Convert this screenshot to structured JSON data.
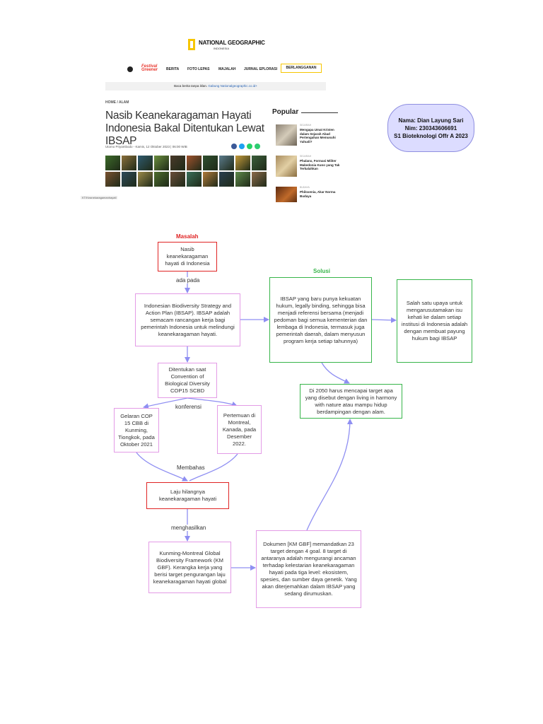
{
  "screenshot": {
    "brand_title": "NATIONAL GEOGRAPHIC",
    "brand_sub": "INDONESIA",
    "nav_logo": "Festival Greener",
    "nav": [
      "BERITA",
      "FOTO LEPAS",
      "MAJALAH",
      "JURNAL EPLORASI"
    ],
    "subscribe": "BERLANGGANAN",
    "notice_text": "Baca berita tanpa iklan.",
    "notice_link": "Gabung Nationalgeographic.co.id+",
    "breadcrumb": "HOME / ALAM",
    "headline": "Nasib Keanekaragaman Hayati Indonesia Bakal Ditentukan Lewat IBSAP",
    "byline": "Utomo Priyambodo - Kamis, 12 Oktober 2023 | 06:00 WIB",
    "caption": "KT/Keanekaragamanhayati",
    "popular_title": "Popular",
    "popular": [
      {
        "category": "SEJARAH",
        "title": "Mengapa Umat Kristen dalam Sejarah Abad Pertengahan Memusuhi Yahudi?"
      },
      {
        "category": "SEJARAH",
        "title": "Phalanx, Formasi Militer Makedonia Kuno yang Tak Terkalahkan"
      },
      {
        "category": "BUDAYA",
        "title": "Philoxenia, Akar Norma Budaya"
      }
    ],
    "colors": {
      "accent": "#f6c600",
      "link": "#2a64b4",
      "share": [
        "#3b5998",
        "#1da1f2",
        "#25d366",
        "#2ecc71"
      ]
    }
  },
  "student": {
    "name": "Nama: Dian Layung Sari",
    "nim": "Nim: 230343606691",
    "program": "S1 Bioteknologi Offr A 2023"
  },
  "flow": {
    "section_masalah": "Masalah",
    "section_solusi": "Solusi",
    "box_nasib": "Nasib keanekaragaman hayati di Indonesia",
    "label_ada_pada": "ada pada",
    "box_ibsap": "Indonesian Biodiversity Strategy and Action Plan (IBSAP). IBSAP adalah semacam rancangan kerja bagi pemerintah Indonesia untuk melindungi keanekaragaman hayati.",
    "box_ditentukan": "Ditentukan saat Convention of Biological Diversity COP15 SCBD",
    "label_konferensi": "konferensi",
    "box_gelaran": "Gelaran COP 15 CBB di Kunming, Tiongkok, pada Oktober 2021",
    "box_pertemuan": "Pertemuan di Montreal, Kanada, pada Desember 2022.",
    "label_membahas": "Membahas",
    "box_laju": "Laju hilangnya keanekaragaman hayati",
    "label_menghasilkan": "menghasilkan",
    "box_kmgbf": "Kunming-Montreal Global Biodiversity Framework (KM GBF). Kerangka kerja yang berisi target pengurangan laju keanekaragaman hayati global",
    "box_dokumen": "Dokumen [KM GBF] memandatkan 23 target dengan 4 goal. 8 target di antaranya adalah mengurangi ancaman terhadap kelestarian keanekaragaman hayati pada tiga level: ekosistem, spesies, dan sumber daya genetik. Yang akan diterjemahkan dalam IBSAP yang sedang dirumuskan.",
    "box_solusi_ibsap": "IBSAP yang baru punya kekuatan hukum, legally binding, sehingga bisa menjadi referensi bersama (menjadi pedoman bagi semua kementerian dan lembaga di Indonesia, termasuk juga pemerintah daerah, dalam menyusun program kerja setiap tahunnya)",
    "box_upaya": "Salah satu upaya untuk mengarusutamakan isu kehati ke dalam setiap institusi di Indonesia adalah dengan membuat payung hukum bagi IBSAP",
    "box_2050": "Di 2050 harus mencapai target apa yang disebut dengan living in harmony with nature atau mampu hidup berdampingan dengan alam.",
    "colors": {
      "problem": "#e02424",
      "process": "#e39be6",
      "solution": "#37b54a",
      "arrow": "#8f8ff2"
    }
  }
}
